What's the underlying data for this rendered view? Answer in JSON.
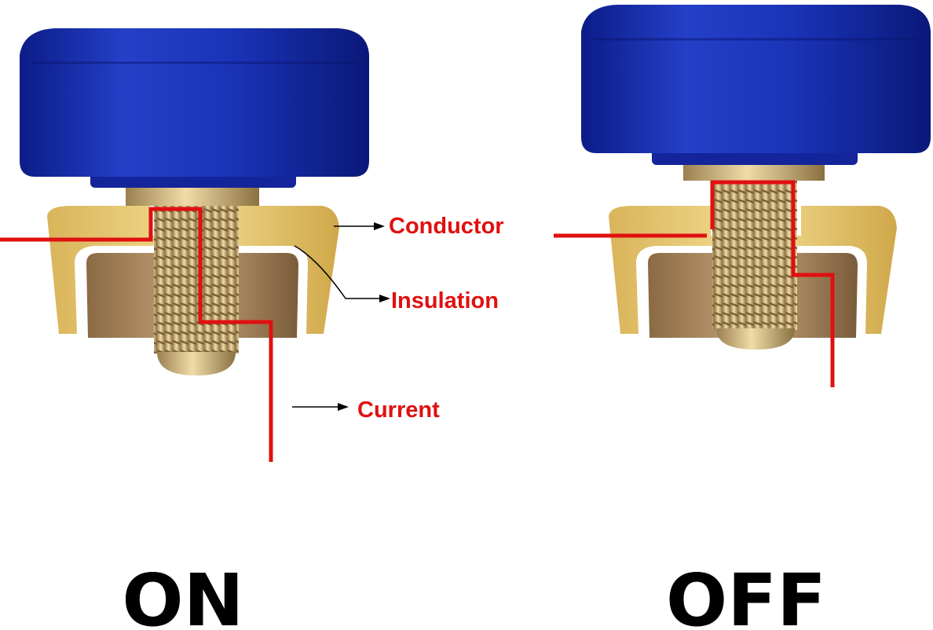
{
  "labels": {
    "conductor": "Conductor",
    "insulation": "Insulation",
    "current": "Current"
  },
  "states": {
    "on": "ON",
    "off": "OFF"
  },
  "colors": {
    "knob": "#1a2fb0",
    "brass": "#e8c86a",
    "bronze": "#a8865a",
    "current": "#e01010",
    "insulation": "#ffffff"
  }
}
